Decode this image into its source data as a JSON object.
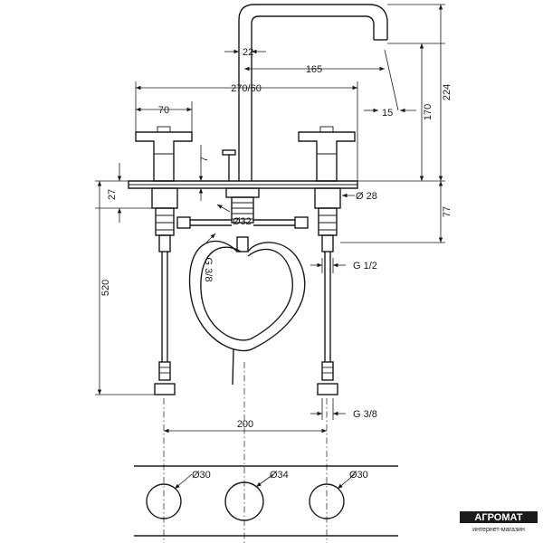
{
  "dimensions": {
    "d22": "22",
    "d165": "165",
    "d270": "270/60",
    "d70": "70",
    "d15": "15",
    "d170": "170",
    "d224": "224",
    "d7": "7",
    "d27": "27",
    "dia28": "Ø 28",
    "dia32": "Ø32",
    "d77": "77",
    "g38_hose": "G 3/8",
    "g12": "G 1/2",
    "d520": "520",
    "d200": "200",
    "g38_bottom": "G 3/8",
    "hole_left": "Ø30",
    "hole_center": "Ø34",
    "hole_right": "Ø30"
  },
  "watermark": {
    "brand": "АГРОМАТ",
    "subtitle": "интернет-магазин"
  }
}
